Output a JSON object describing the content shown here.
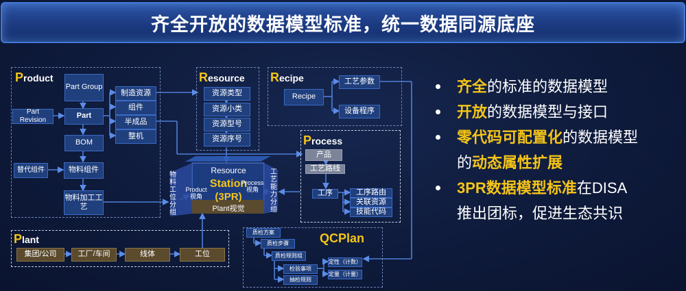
{
  "title": "齐全开放的数据模型标准，统一数据同源底座",
  "product": {
    "cap": "P",
    "rest": "roduct",
    "part_group": "Part Group",
    "part_revision": "Part Revision",
    "part": "Part",
    "bom": "BOM",
    "alt_component": "替代组件",
    "material_component": "物料组件",
    "material_process": "物料加工工艺",
    "mfg_resource": "制造资源",
    "component": "组件",
    "semi_product": "半成品",
    "machine": "整机"
  },
  "resource": {
    "cap": "R",
    "rest": "esource",
    "items": [
      "资源类型",
      "资源小类",
      "资源型号",
      "资源序号"
    ]
  },
  "recipe": {
    "cap": "R",
    "rest": "ecipe",
    "recipe_box": "Recipe",
    "process_params": "工艺参数",
    "device_program": "设备程序"
  },
  "process": {
    "cap": "P",
    "rest": "rocess",
    "product": "产品",
    "route": "工艺路线",
    "operation": "工序",
    "op_route": "工序路由",
    "related_resource": "关联资源",
    "skill_code": "技能代码"
  },
  "station": {
    "resource": "Resource",
    "station": "Station",
    "three_pr": "(3PR)",
    "plant_view": "Plant视觉",
    "product_view": "Product视角",
    "process_view": "Process视角",
    "material_group": "物料工位分组",
    "craft_group": "工艺能力分组"
  },
  "plant": {
    "cap": "P",
    "rest": "lant",
    "items": [
      "集团/公司",
      "工厂/车间",
      "线体",
      "工位"
    ]
  },
  "qcplan": {
    "title": "QCPlan",
    "scheme": "质检方案",
    "steps": "质检步骤",
    "rule_group": "质检规则组",
    "check_item": "检验事项",
    "sample_rule": "抽检规则",
    "qualitative": "定性（计数）",
    "quantitative": "定量（计量）"
  },
  "bullets": [
    {
      "hl": "齐全",
      "rest": "的标准的数据模型"
    },
    {
      "hl": "开放",
      "rest": "的数据模型与接口"
    },
    {
      "hl": "零代码可配置化",
      "rest": "的数据模型",
      "line2_pre": "的",
      "line2_hl": "动态属性扩展"
    },
    {
      "hl": "3PR数据模型标准",
      "rest": "在DISA",
      "line2": "推出团标，促进生态共识"
    }
  ],
  "colors": {
    "accent": "#f5c518",
    "box": "#1f3f7d",
    "line": "#4f7fd8"
  }
}
